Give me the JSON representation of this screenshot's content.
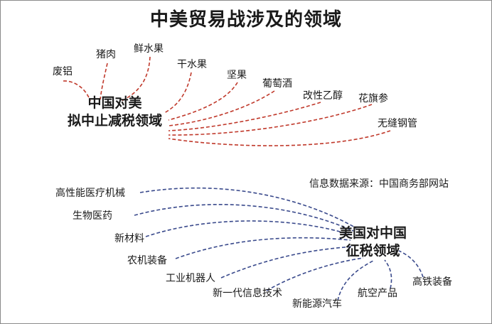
{
  "title": "中美贸易战涉及的领域",
  "source": "信息数据来源：中国商务部网站",
  "china_measures": {
    "hub_line1": "中国对美",
    "hub_line2": "拟中止减税领域",
    "link_color": "#c0392b",
    "items": [
      "废铝",
      "猪肉",
      "鲜水果",
      "干水果",
      "坚果",
      "葡萄酒",
      "改性乙醇",
      "花旗参",
      "无缝钢管"
    ]
  },
  "us_measures": {
    "hub_line1": "美国对中国",
    "hub_line2": "征税领域",
    "link_color": "#3a4a8c",
    "items": [
      "高性能医疗机械",
      "生物医药",
      "新材料",
      "农机装备",
      "工业机器人",
      "新一代信息技术",
      "新能源汽车",
      "航空产品",
      "高铁装备"
    ]
  }
}
